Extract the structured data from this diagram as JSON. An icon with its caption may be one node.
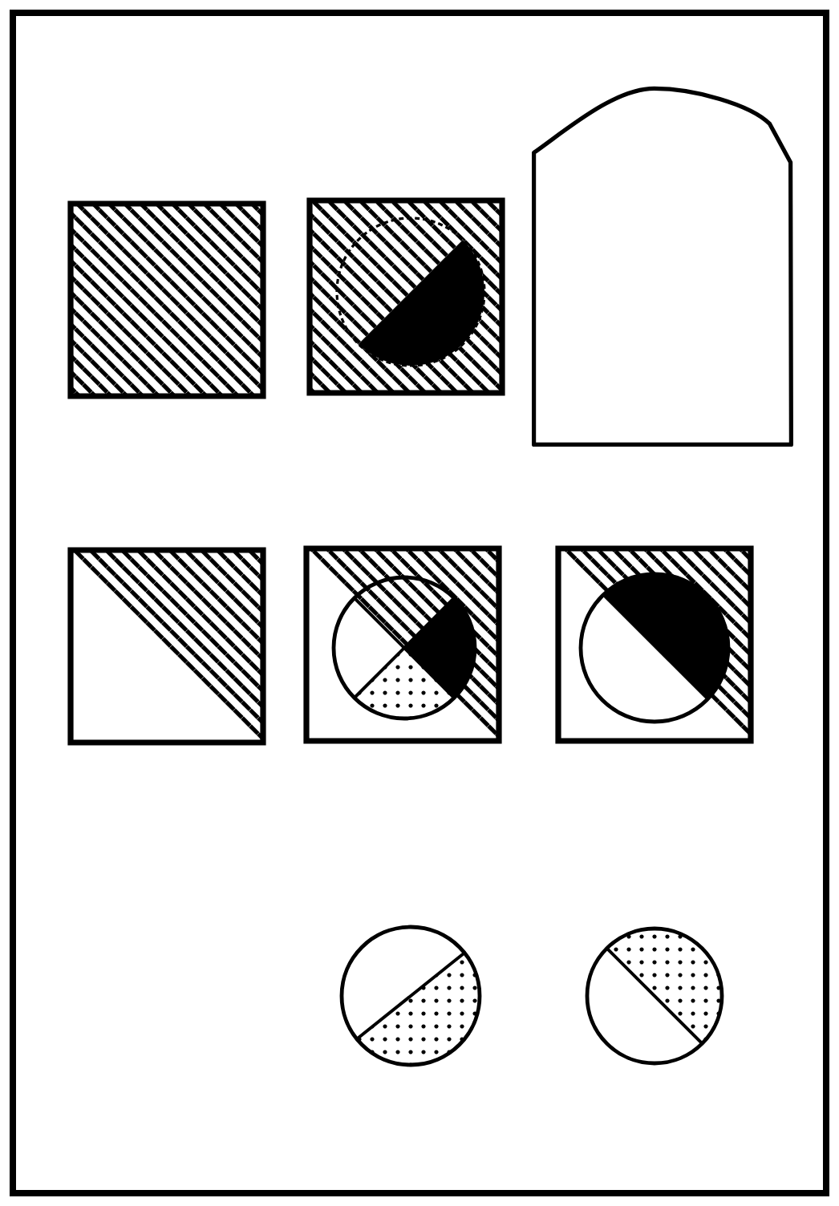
{
  "diagram": {
    "nodes": [
      {
        "text": [],
        "shape": "box"
      },
      {
        "text": [],
        "shape": "box"
      },
      {
        "text": [],
        "shape": "pentagon"
      },
      {
        "text": [],
        "shape": "box"
      },
      {
        "text": [],
        "shape": "box"
      },
      {
        "text": [],
        "shape": "box"
      },
      {
        "text": [],
        "shape": "circle"
      },
      {
        "text": [],
        "shape": "circle"
      }
    ]
  }
}
